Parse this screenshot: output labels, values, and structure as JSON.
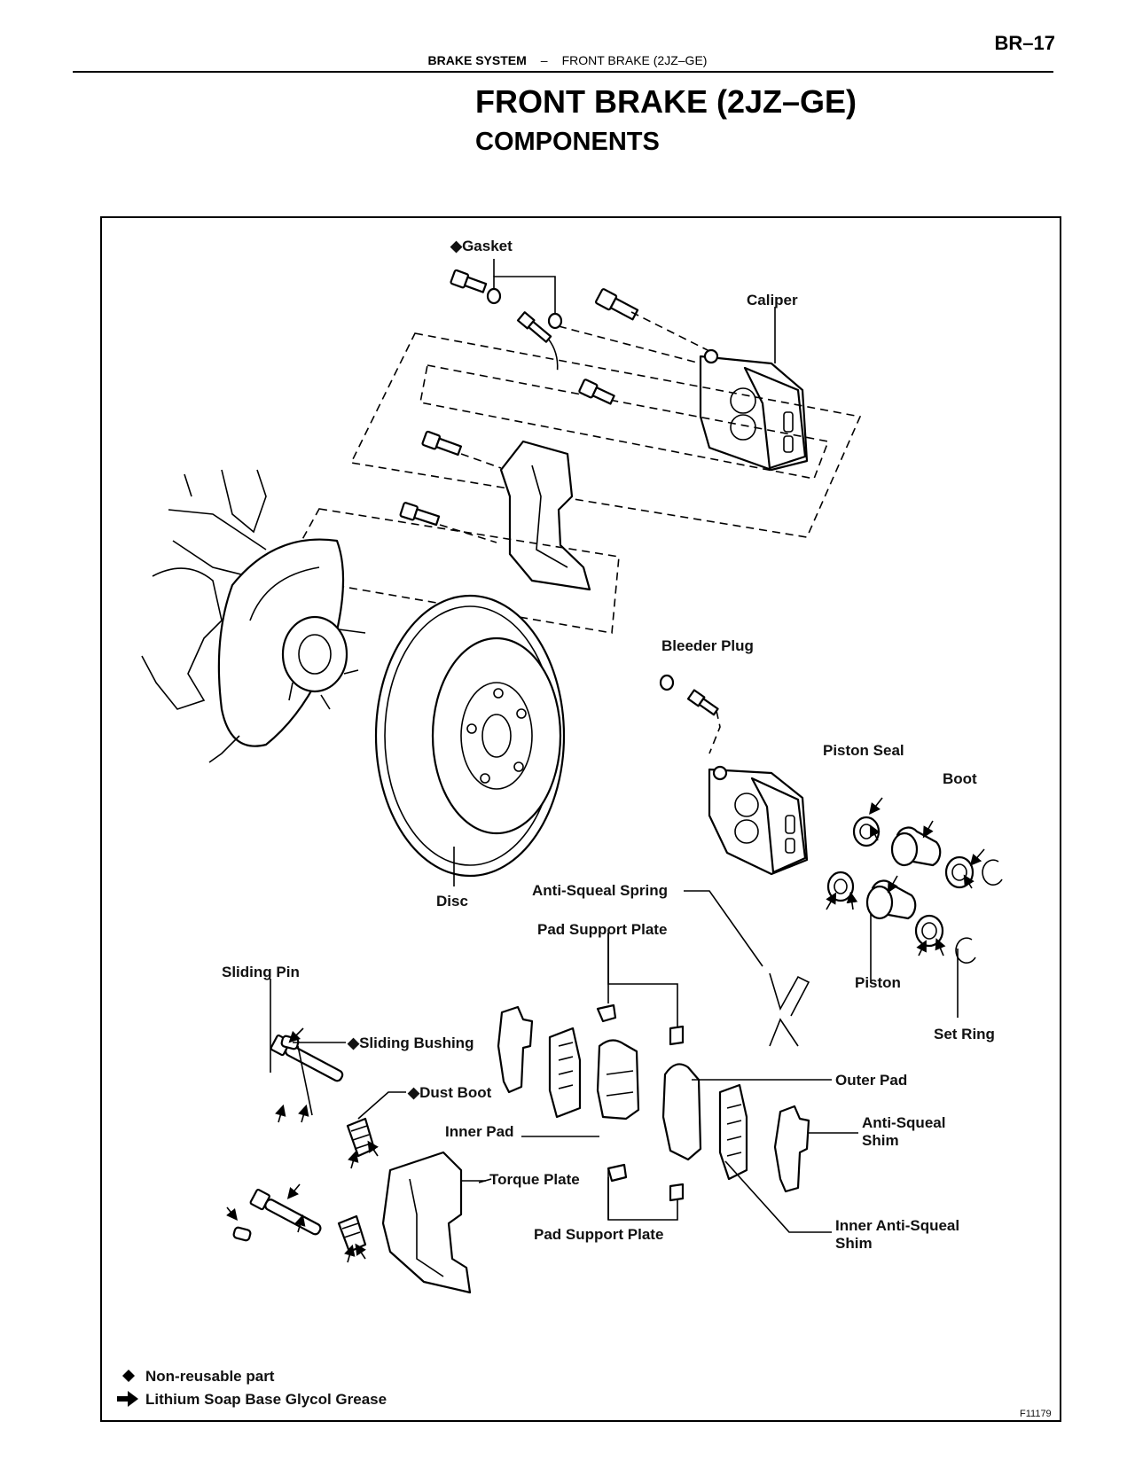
{
  "header": {
    "page_number": "BR–17",
    "section": "BRAKE SYSTEM",
    "separator": "–",
    "subsection": "FRONT BRAKE (2JZ–GE)"
  },
  "title": "FRONT BRAKE (2JZ–GE)",
  "subtitle": "COMPONENTS",
  "diagram": {
    "labels": {
      "gasket": "◆Gasket",
      "caliper": "Caliper",
      "bleeder_plug": "Bleeder Plug",
      "piston_seal": "Piston Seal",
      "boot": "Boot",
      "disc": "Disc",
      "anti_squeal_spring": "Anti-Squeal Spring",
      "pad_support_plate_top": "Pad Support Plate",
      "sliding_pin": "Sliding Pin",
      "sliding_bushing": "◆Sliding Bushing",
      "dust_boot": "◆Dust Boot",
      "piston": "Piston",
      "set_ring": "Set Ring",
      "outer_pad": "Outer Pad",
      "anti_squeal_shim_1": "Anti-Squeal",
      "anti_squeal_shim_2": "Shim",
      "inner_pad": "Inner Pad",
      "torque_plate": "Torque Plate",
      "pad_support_plate_bottom": "Pad Support Plate",
      "inner_anti_squeal_shim_1": "Inner Anti-Squeal",
      "inner_anti_squeal_shim_2": "Shim"
    },
    "legend": {
      "non_reusable": "Non-reusable part",
      "grease": "Lithium Soap Base Glycol Grease"
    },
    "figure_code": "F11179"
  }
}
